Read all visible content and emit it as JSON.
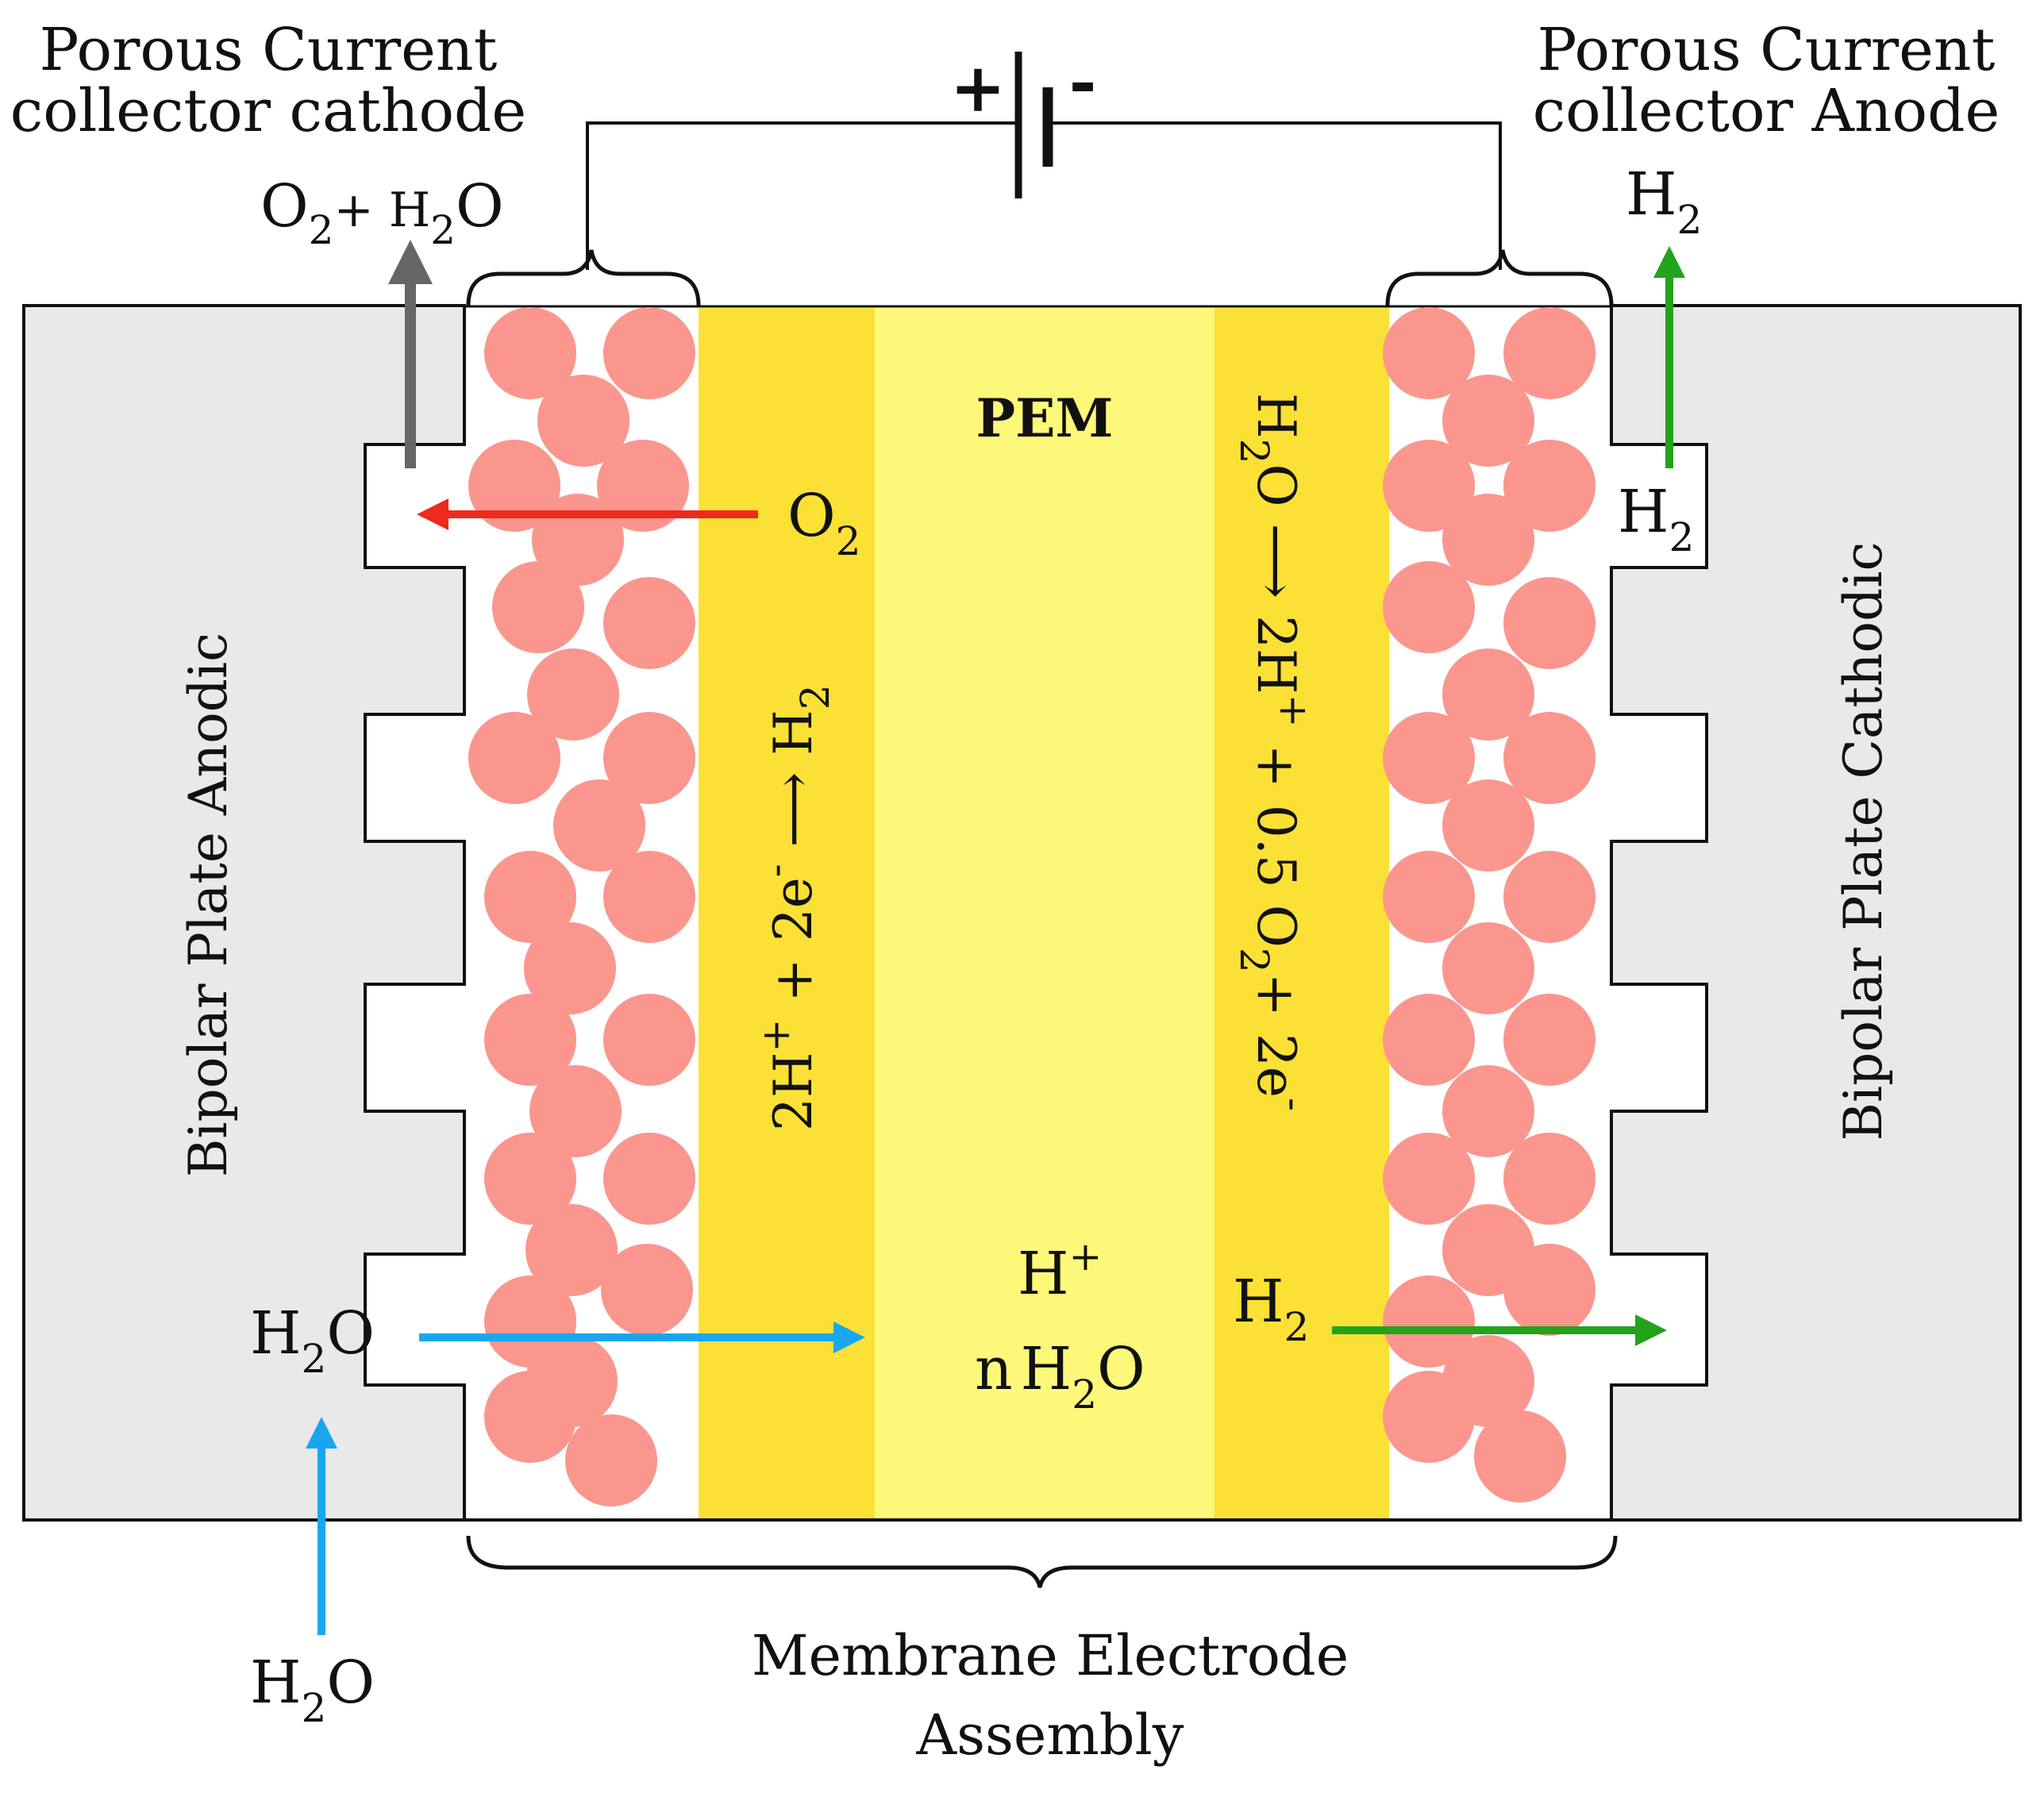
{
  "labels": {
    "cathode_collector_line1": "Porous Current",
    "cathode_collector_line2": "collector cathode",
    "anode_collector_line1": "Porous Current",
    "anode_collector_line2": "collector Anode",
    "battery_plus": "+",
    "battery_minus": "-",
    "pem": "PEM",
    "bipolar_anodic": "Bipolar Plate Anodic",
    "bipolar_cathodic": "Bipolar Plate Cathodic",
    "mea_line1": "Membrane Electrode",
    "mea_line2": "Assembly"
  },
  "species": {
    "o2_h2o_out": {
      "a": "O",
      "a_sub": "2",
      "b": "+ H",
      "b_sub": "2",
      "c": "O"
    },
    "h2_out_top": {
      "a": "H",
      "a_sub": "2"
    },
    "o2": {
      "a": "O",
      "a_sub": "2"
    },
    "h2_channel": {
      "a": "H",
      "a_sub": "2"
    },
    "h2o_in": {
      "a": "H",
      "a_sub": "2",
      "b": "O"
    },
    "h2o_bottom": {
      "a": "H",
      "a_sub": "2",
      "b": "O"
    },
    "h_plus": {
      "a": "H",
      "sup": "+"
    },
    "n_h2o": {
      "a": "n",
      "b": "H",
      "b_sub": "2",
      "c": "O"
    },
    "h2_right": {
      "a": "H",
      "a_sub": "2"
    }
  },
  "reactions": {
    "cathode": {
      "a": "2H",
      "a_sup": "+",
      "b": " + 2e",
      "b_sup": "-",
      "arrow": " ⟶ ",
      "c": "H",
      "c_sub": "2"
    },
    "anode": {
      "a": "H",
      "a_sub": "2",
      "b": "O ⟶ 2H",
      "b_sup": "+",
      "c": " + 0.5 O",
      "c_sub": "2",
      "d": "+ 2e",
      "d_sup": "-"
    }
  },
  "colors": {
    "plate": "#e9e9e9",
    "catalyst_layer": "#fbe036",
    "membrane": "#fdf87a",
    "particle": "#fa968d",
    "arrow_gray": "#666666",
    "arrow_red": "#ee2a1f",
    "arrow_green": "#22a31b",
    "arrow_blue": "#1aa6ef"
  }
}
